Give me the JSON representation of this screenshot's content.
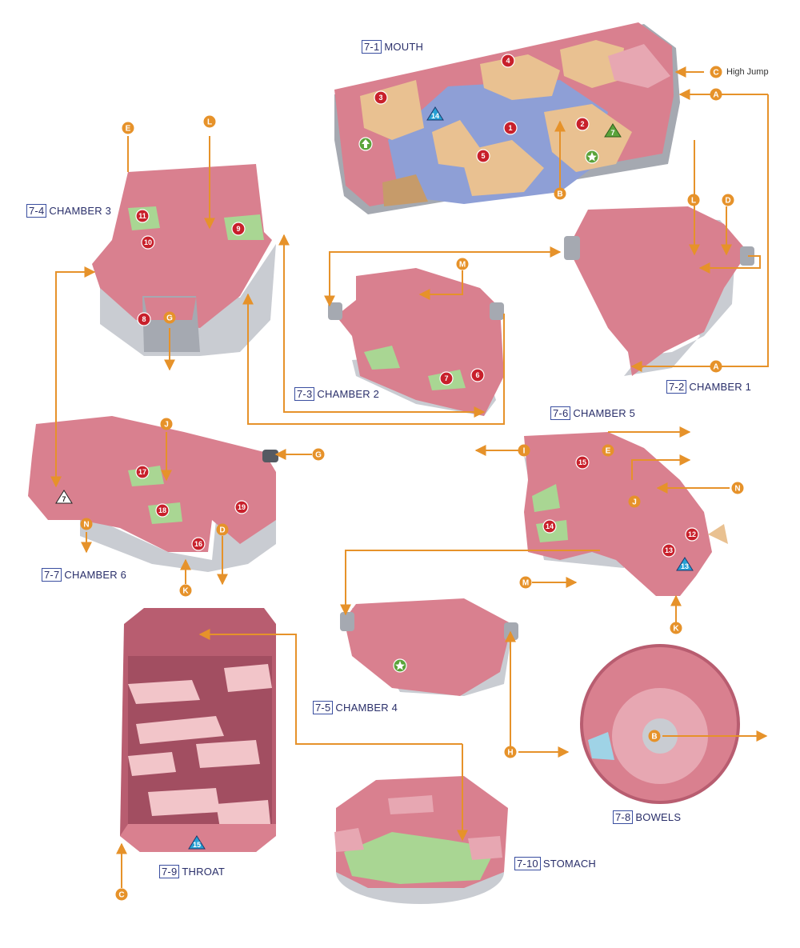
{
  "colors": {
    "flesh": "#d9808f",
    "flesh_light": "#e7a7b2",
    "flesh_dark": "#b85d70",
    "wall": "#c9ccd2",
    "wall_dark": "#a5a9b1",
    "water": "#8e9fd6",
    "moss": "#a9d693",
    "wood": "#e9c191",
    "wood_dark": "#c69b6a",
    "arrow": "#e6922a",
    "marker_red": "#c8202b",
    "marker_green": "#5aa33a",
    "marker_blue": "#27a0d4",
    "label_blue": "#3a4ea0"
  },
  "rooms": [
    {
      "code": "7-1",
      "name": "MOUTH"
    },
    {
      "code": "7-2",
      "name": "CHAMBER 1"
    },
    {
      "code": "7-3",
      "name": "CHAMBER 2"
    },
    {
      "code": "7-4",
      "name": "CHAMBER 3"
    },
    {
      "code": "7-5",
      "name": "CHAMBER 4"
    },
    {
      "code": "7-6",
      "name": "CHAMBER 5"
    },
    {
      "code": "7-7",
      "name": "CHAMBER 6"
    },
    {
      "code": "7-8",
      "name": "BOWELS"
    },
    {
      "code": "7-9",
      "name": "THROAT"
    },
    {
      "code": "7-10",
      "name": "STOMACH"
    }
  ],
  "notes": {
    "high_jump": "High Jump"
  },
  "connectors": [
    "A",
    "B",
    "C",
    "D",
    "E",
    "G",
    "H",
    "I",
    "J",
    "K",
    "L",
    "M",
    "N"
  ],
  "red_markers": [
    "1",
    "2",
    "3",
    "4",
    "5",
    "6",
    "7",
    "8",
    "9",
    "10",
    "11",
    "12",
    "13",
    "14",
    "15",
    "16",
    "17",
    "18",
    "19"
  ],
  "blue_markers": [
    "13",
    "14",
    "15"
  ],
  "green_triangle_markers": [
    "7"
  ],
  "white_triangle_markers": [
    "7"
  ],
  "icons": {
    "star_marker": "star-icon",
    "up_arrow_marker": "up-arrow-icon"
  }
}
